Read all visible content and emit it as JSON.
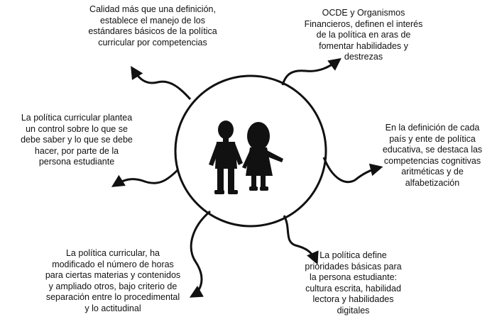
{
  "center": {
    "figures": [
      "boy-figure",
      "girl-figure"
    ]
  },
  "notes": {
    "top_left": "Calidad más que una definición,\nestablece el manejo de los\nestándares básicos de la política\ncurricular por competencias",
    "top_right": "OCDE  y Organismos\nFinancieros, definen el interés\nde la política en aras de\nfomentar habilidades y\ndestrezas",
    "mid_left": "La política curricular plantea\nun control sobre lo que se\ndebe saber y lo que se debe\nhacer, por parte de la\npersona estudiante",
    "mid_right": "En la definición de cada\npaís y ente de política\neducativa, se destaca las\ncompetencias cognitivas\naritméticas y de\nalfabetización",
    "bottom_left": "La política curricular, ha\nmodificado el número de horas\npara ciertas materias y contenidos\ny ampliado otros, bajo criterio de\nseparación entre lo procedimental\ny lo actitudinal",
    "bottom_right": "La política define\nprioridades  básicas para\nla persona estudiante:\ncultura escrita, habilidad\nlectora y habilidades\ndigitales"
  },
  "colors": {
    "ink": "#111111",
    "background": "#ffffff"
  }
}
